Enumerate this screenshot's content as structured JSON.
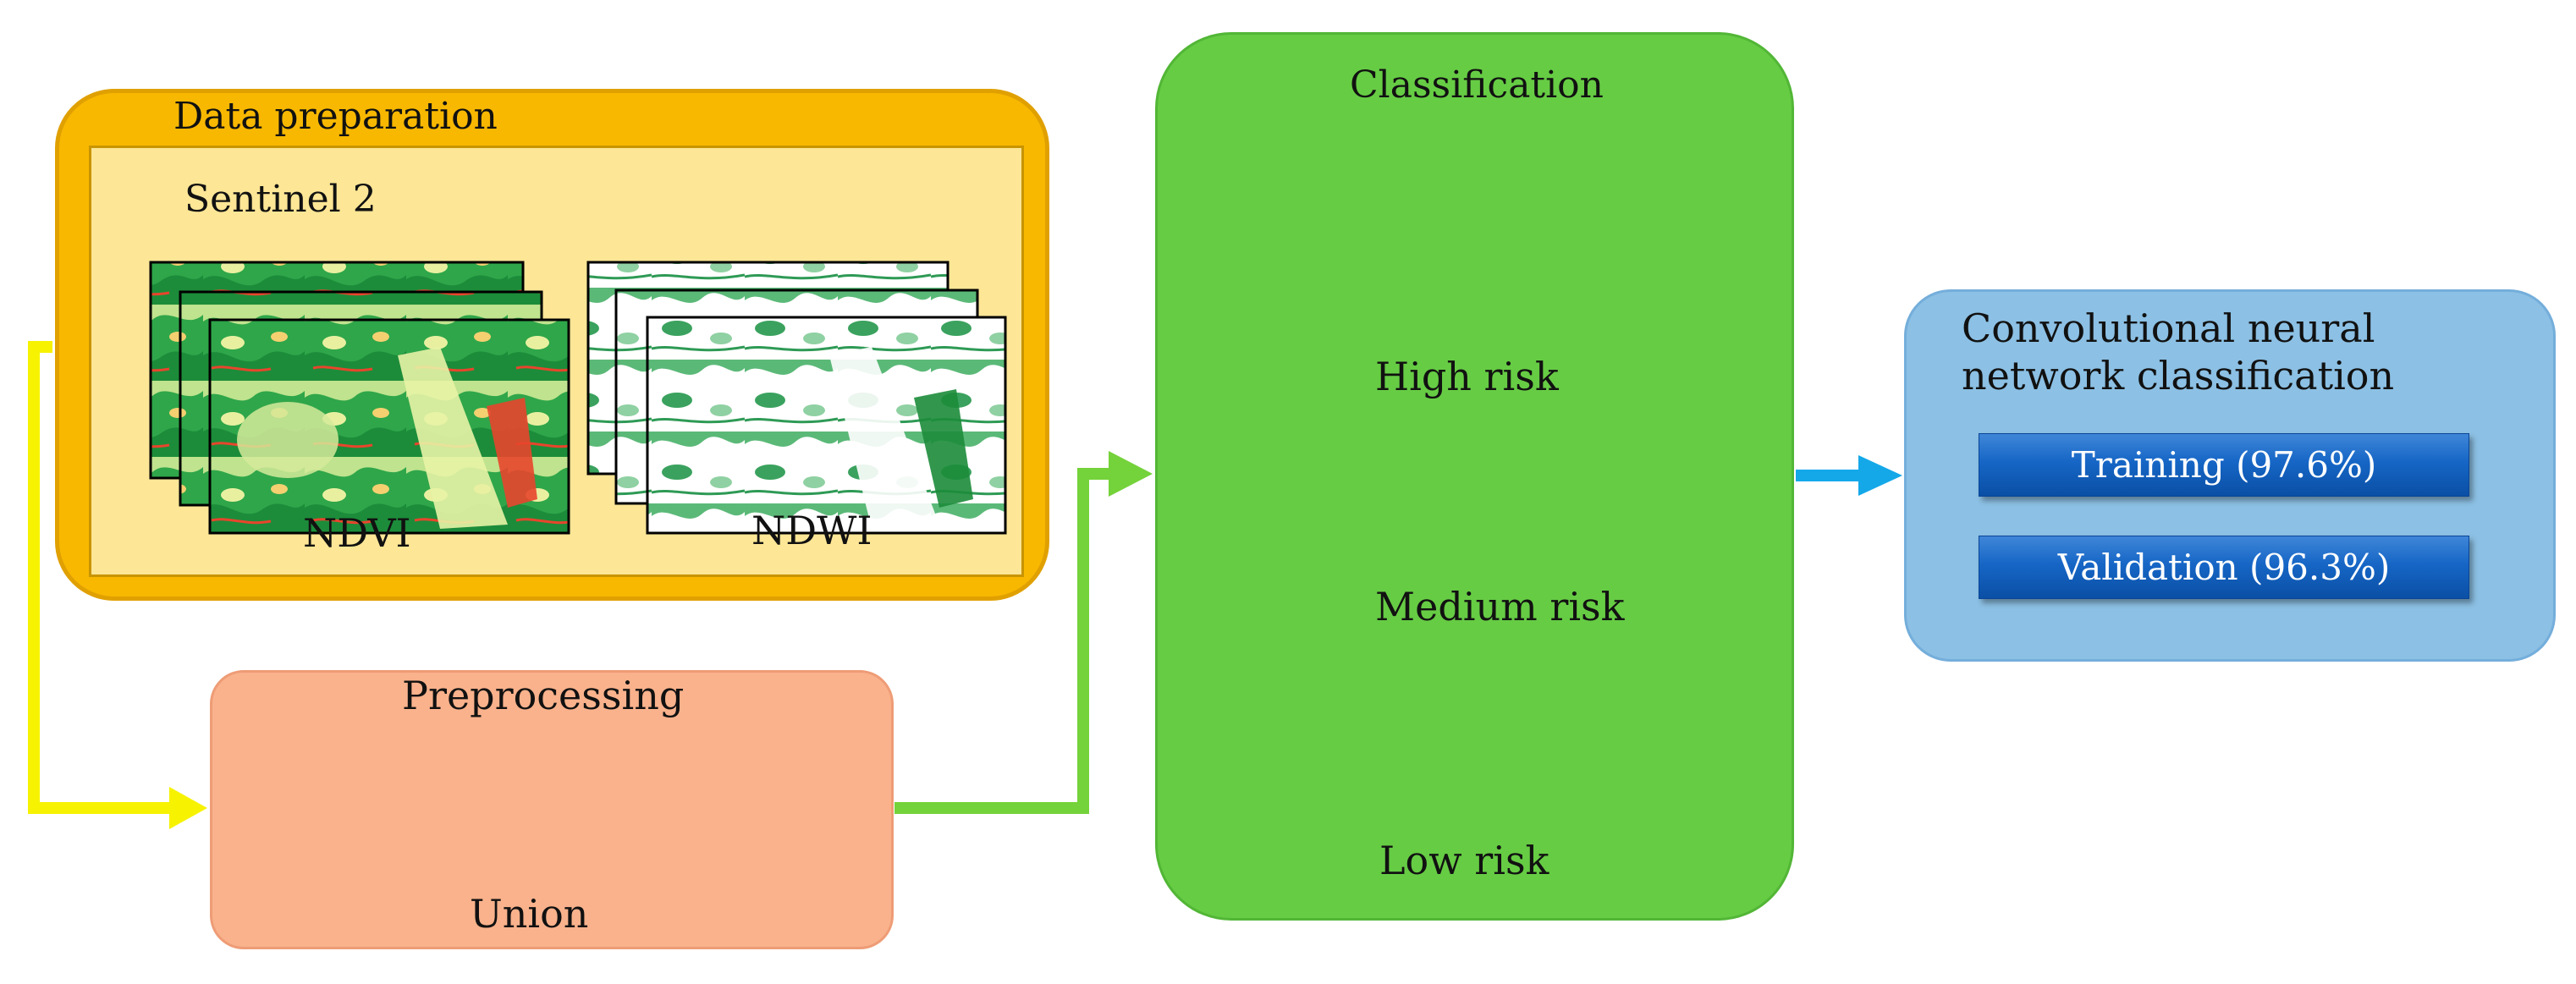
{
  "data_preparation": {
    "title": "Data preparation",
    "source": "Sentinel 2",
    "ndvi_label": "NDVI",
    "ndwi_label": "NDWI"
  },
  "preprocessing": {
    "title": "Preprocessing",
    "caption": "Union"
  },
  "classification": {
    "title": "Classification",
    "high": "High risk",
    "medium": "Medium risk",
    "low": "Low risk"
  },
  "cnn": {
    "title_line1": "Convolutional neural",
    "title_line2": "network classification",
    "training": "Training (97.6%)",
    "validation": "Validation (96.3%)"
  },
  "colors": {
    "data_prep": "#f8b800",
    "preprocessing": "#f9b28c",
    "classification": "#66cc44",
    "cnn": "#8cc0e4",
    "arrow_yellow": "#f6f200",
    "arrow_green": "#74d23a",
    "arrow_blue": "#14a8e8"
  }
}
